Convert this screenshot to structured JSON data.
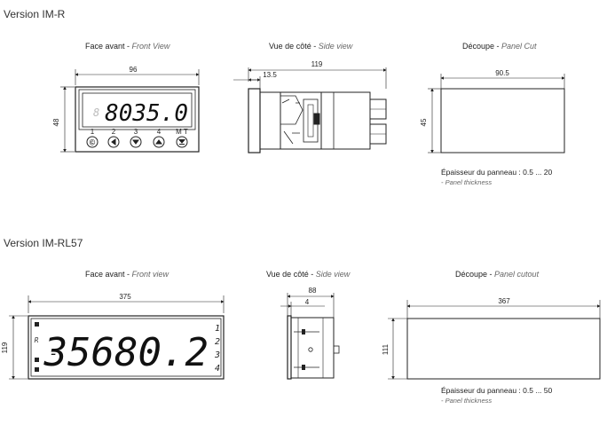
{
  "section1": {
    "title": "Version IM-R",
    "front": {
      "title": "Face avant",
      "subtitle": "Front View",
      "width": "96",
      "height": "48",
      "display": "8035.0",
      "keys": [
        "1",
        "2",
        "3",
        "4",
        "M T"
      ]
    },
    "side": {
      "title": "Vue de côté",
      "subtitle": "Side view",
      "depth": "119",
      "bezel": "13.5"
    },
    "cut": {
      "title": "Découpe",
      "subtitle": "Panel Cut",
      "width": "90.5",
      "height": "45",
      "note": "Épaisseur du panneau : 0.5 ... 20",
      "note_sub": "- Panel thickness"
    }
  },
  "section2": {
    "title": "Version IM-RL57",
    "front": {
      "title": "Face avant",
      "subtitle": "Front view",
      "width": "375",
      "height": "119",
      "display": "35680.2",
      "side_digits": [
        "1",
        "2",
        "3",
        "4"
      ],
      "minus": "-",
      "r_label": "R"
    },
    "side": {
      "title": "Vue de côté",
      "subtitle": "Side view",
      "depth": "88",
      "bezel": "4"
    },
    "cut": {
      "title": "Découpe",
      "subtitle": "Panel cutout",
      "width": "367",
      "height": "111",
      "note": "Épaisseur du panneau : 0.5 ... 50",
      "note_sub": "- Panel thickness"
    }
  }
}
